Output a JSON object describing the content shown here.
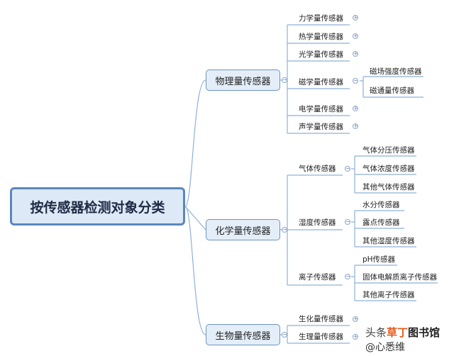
{
  "root": {
    "label": "按传感器检测对象分类"
  },
  "categories": [
    {
      "label": "物理量传感器"
    },
    {
      "label": "化学量传感器"
    },
    {
      "label": "生物量传感器"
    }
  ],
  "physical": {
    "items": [
      {
        "label": "力学量传感器"
      },
      {
        "label": "热学量传感器"
      },
      {
        "label": "光学量传感器"
      },
      {
        "label": "磁学量传感器"
      },
      {
        "label": "电学量传感器"
      },
      {
        "label": "声学量传感器"
      }
    ],
    "magnetic_children": [
      {
        "label": "磁场强度传感器"
      },
      {
        "label": "磁通量传感器"
      }
    ]
  },
  "chemical": {
    "items": [
      {
        "label": "气体传感器"
      },
      {
        "label": "湿度传感器"
      },
      {
        "label": "离子传感器"
      }
    ],
    "gas_children": [
      {
        "label": "气体分压传感器"
      },
      {
        "label": "气体浓度传感器"
      },
      {
        "label": "其他气体传感器"
      }
    ],
    "humidity_children": [
      {
        "label": "水分传感器"
      },
      {
        "label": "露点传感器"
      },
      {
        "label": "其他湿度传感器"
      }
    ],
    "ion_children": [
      {
        "label": "pH传感器"
      },
      {
        "label": "固体电解质离子传感器"
      },
      {
        "label": "其他离子传感器"
      }
    ]
  },
  "biological": {
    "items": [
      {
        "label": "生化量传感器"
      },
      {
        "label": "生理量传感器"
      }
    ]
  },
  "watermark": {
    "logo_part1": "头条",
    "logo_part2": "图书馆",
    "logo_accent": "草丁",
    "handle": "@心悉维"
  },
  "icons": {
    "expand": "plus-circle-icon",
    "collapse": "minus-circle-icon"
  },
  "colors": {
    "line": "#8fb0d8",
    "node_border": "#6f93c2",
    "node_fill": "#e4eef8",
    "root_border": "#5b87bd"
  }
}
